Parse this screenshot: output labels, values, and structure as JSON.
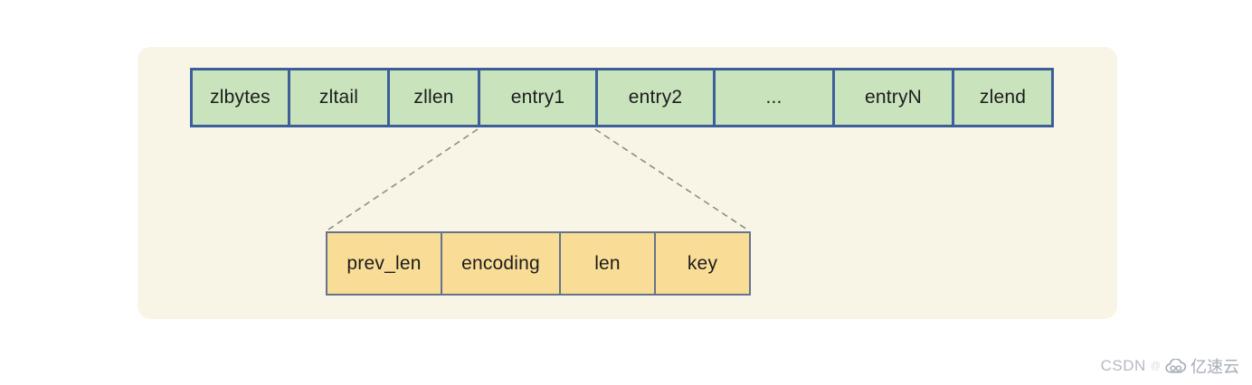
{
  "theme": {
    "page_bg": "#ffffff",
    "panel_bg": "#f9f5e6",
    "ziplist_cell_fill": "#c9e3bc",
    "ziplist_cell_border": "#3c5e9a",
    "entry_cell_fill": "#f9dd97",
    "entry_cell_border": "#64748c",
    "dashed_line_color": "#8d8d85",
    "text_color": "#1c1c1c",
    "watermark_color": "#b4b9c3"
  },
  "diagram": {
    "subject": "redis-ziplist-structure",
    "ziplist_cells": [
      "zlbytes",
      "zltail",
      "zllen",
      "entry1",
      "entry2",
      "...",
      "entryN",
      "zlend"
    ],
    "entry_cells": [
      "prev_len",
      "encoding",
      "len",
      "key"
    ],
    "expanded_cell": "entry1"
  },
  "watermark": {
    "site": "CSDN",
    "separator": "@",
    "brand": "亿速云"
  }
}
